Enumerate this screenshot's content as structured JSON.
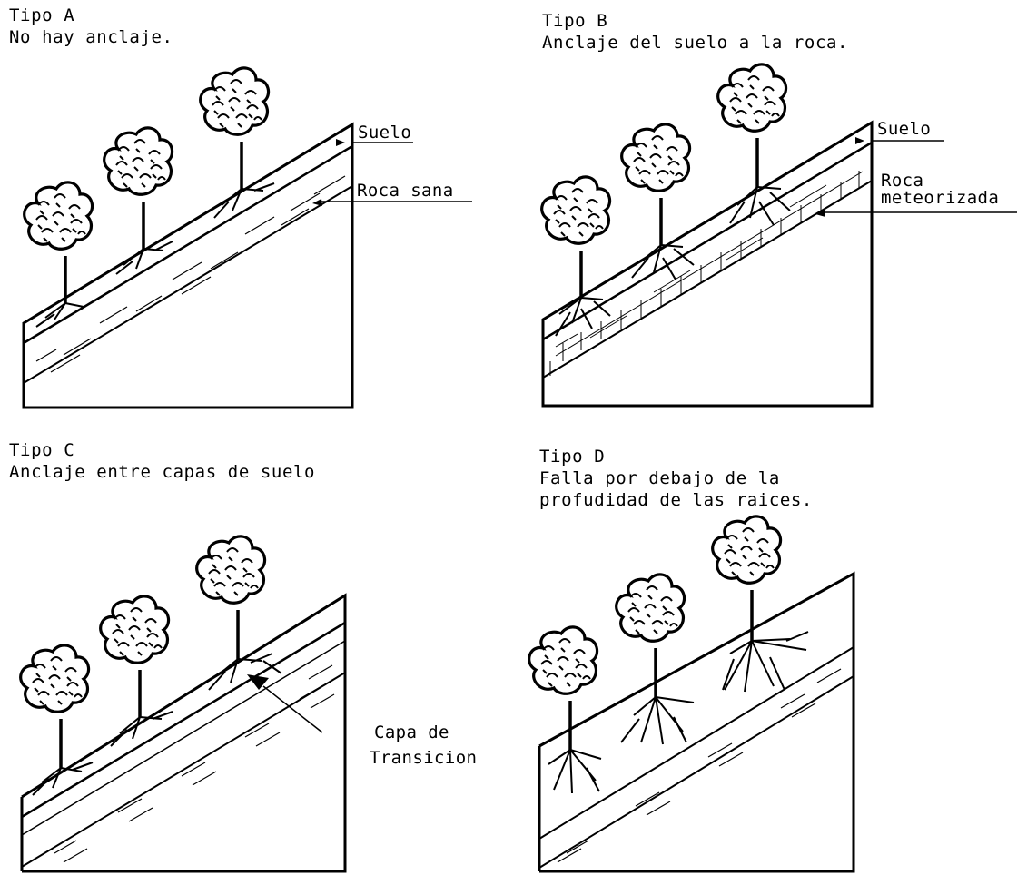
{
  "panels": [
    {
      "title": "Tipo A",
      "description": "No hay anclaje.",
      "labels": {
        "soil": "Suelo",
        "rock": "Roca sana"
      }
    },
    {
      "title": "Tipo B",
      "description": "Anclaje del suelo a la roca.",
      "labels": {
        "soil": "Suelo",
        "rock_line1": "Roca",
        "rock_line2": "meteorizada"
      }
    },
    {
      "title": "Tipo C",
      "description": "Anclaje entre capas de suelo",
      "labels": {
        "transition_line1": "Capa de",
        "transition_line2": "Transicion"
      }
    },
    {
      "title": "Tipo D",
      "description_line1": "Falla por debajo de la",
      "description_line2": "profudidad de las raices."
    }
  ],
  "colors": {
    "ink": "#000000",
    "background": "#ffffff"
  }
}
